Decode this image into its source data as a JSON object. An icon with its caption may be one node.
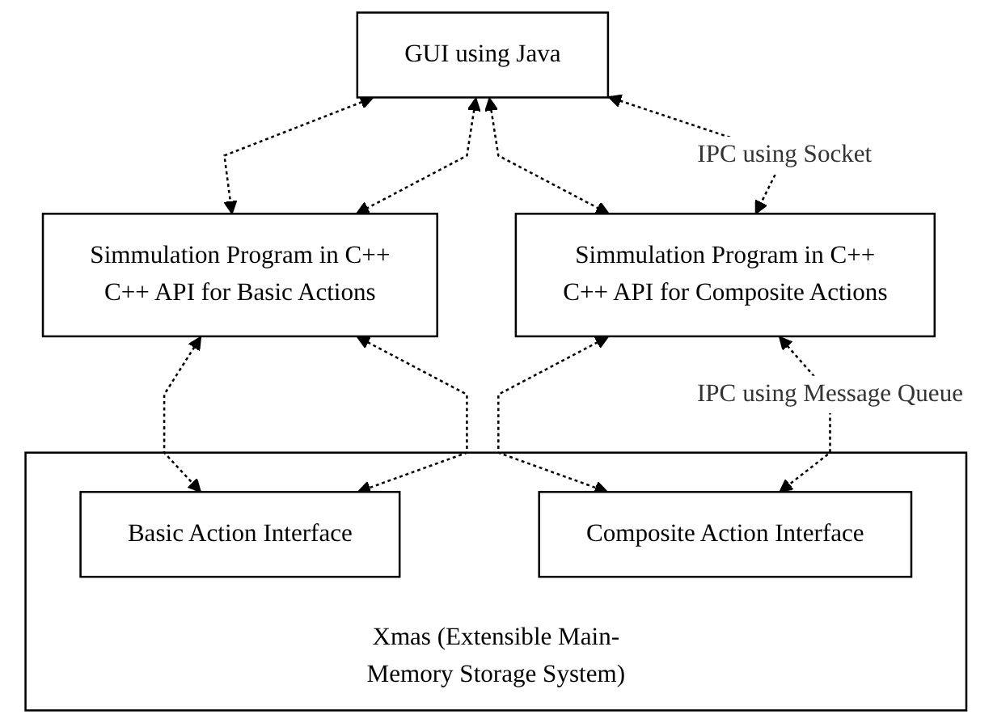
{
  "diagram": {
    "nodes": [
      {
        "text": [
          "GUI using Java"
        ]
      },
      {
        "text": [
          "Simmulation Program in C++",
          "C++ API for Basic Actions"
        ]
      },
      {
        "text": [
          "Simmulation Program in C++",
          "C++ API for Composite Actions"
        ]
      },
      {
        "text": [
          "Xmas (Extensible Main-Memory Storage System)"
        ]
      },
      {
        "text": [
          "Basic Action Interface"
        ],
        "in": 3
      },
      {
        "text": [
          "Composite Action Interface"
        ],
        "in": 3
      }
    ],
    "edges": [
      {
        "from": 0,
        "to": 1,
        "arrow": "both",
        "style": "dashed"
      },
      {
        "from": 0,
        "to": 1,
        "arrow": "both",
        "style": "dashed"
      },
      {
        "from": 0,
        "to": 2,
        "arrow": "both",
        "style": "dashed"
      },
      {
        "from": 0,
        "to": 2,
        "arrow": "both",
        "style": "dashed",
        "label": "IPC using Socket"
      },
      {
        "from": 1,
        "to": 4,
        "arrow": "both",
        "style": "dashed"
      },
      {
        "from": 1,
        "to": 4,
        "arrow": "both",
        "style": "dashed"
      },
      {
        "from": 2,
        "to": 5,
        "arrow": "both",
        "style": "dashed"
      },
      {
        "from": 2,
        "to": 5,
        "arrow": "both",
        "style": "dashed",
        "label": "IPC using Message Queue"
      }
    ]
  }
}
